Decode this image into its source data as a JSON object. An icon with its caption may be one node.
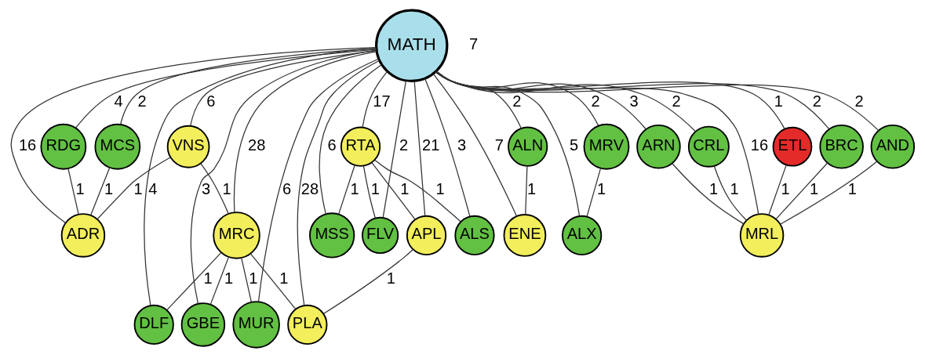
{
  "diagram": {
    "nodes": [
      {
        "text": [
          "MATH"
        ]
      },
      {
        "text": [
          "VNS"
        ]
      },
      {
        "text": [
          "ENE"
        ]
      },
      {
        "text": [
          "ALN"
        ]
      },
      {
        "text": [
          "RDG"
        ]
      },
      {
        "text": [
          "MCS"
        ]
      },
      {
        "text": [
          "ADR"
        ]
      },
      {
        "text": [
          "DLF"
        ]
      },
      {
        "text": [
          "GBE"
        ]
      },
      {
        "text": [
          "MRC"
        ]
      },
      {
        "text": [
          "MSS"
        ]
      },
      {
        "text": [
          "ALS"
        ]
      },
      {
        "text": [
          "FLV"
        ]
      },
      {
        "text": [
          "RTA"
        ]
      },
      {
        "text": [
          "APL"
        ]
      },
      {
        "text": [
          "PLA"
        ]
      },
      {
        "text": [
          "MUR"
        ]
      },
      {
        "text": [
          "MRV"
        ]
      },
      {
        "text": [
          "ALX"
        ]
      },
      {
        "text": [
          "ETL"
        ]
      },
      {
        "text": [
          "BRC"
        ]
      },
      {
        "text": [
          "AND"
        ]
      },
      {
        "text": [
          "ARN"
        ]
      },
      {
        "text": [
          "CRL"
        ]
      },
      {
        "text": [
          "MRL"
        ]
      }
    ],
    "edges": [
      {
        "from": 0,
        "to": 1,
        "arrow": "none",
        "label": "6"
      },
      {
        "from": 0,
        "to": 2,
        "arrow": "none",
        "label": "7"
      },
      {
        "from": 0,
        "to": 3,
        "arrow": "none",
        "label": "2"
      },
      {
        "from": 0,
        "to": 4,
        "arrow": "none",
        "label": "4"
      },
      {
        "from": 0,
        "to": 5,
        "arrow": "none",
        "label": "2"
      },
      {
        "from": 0,
        "to": 6,
        "arrow": "none",
        "label": "16"
      },
      {
        "from": 0,
        "to": 7,
        "arrow": "none",
        "label": "4"
      },
      {
        "from": 0,
        "to": 9,
        "arrow": "none",
        "label": "28"
      },
      {
        "from": 0,
        "to": 8,
        "arrow": "none",
        "label": "3"
      },
      {
        "from": 0,
        "to": 13,
        "arrow": "none",
        "label": "17"
      },
      {
        "from": 0,
        "to": 10,
        "arrow": "none",
        "label": "6"
      },
      {
        "from": 0,
        "to": 11,
        "arrow": "none",
        "label": "3"
      },
      {
        "from": 0,
        "to": 12,
        "arrow": "none",
        "label": "2"
      },
      {
        "from": 0,
        "to": 14,
        "arrow": "none",
        "label": "21"
      },
      {
        "from": 0,
        "to": 15,
        "arrow": "none",
        "label": "28"
      },
      {
        "from": 0,
        "to": 16,
        "arrow": "none",
        "label": "6"
      },
      {
        "from": 0,
        "to": 17,
        "arrow": "none",
        "label": "2"
      },
      {
        "from": 0,
        "to": 18,
        "arrow": "none",
        "label": "5"
      },
      {
        "from": 0,
        "to": 23,
        "arrow": "none",
        "label": "2"
      },
      {
        "from": 0,
        "to": 22,
        "arrow": "none",
        "label": "3"
      },
      {
        "from": 0,
        "to": 24,
        "arrow": "none",
        "label": "16"
      },
      {
        "from": 0,
        "to": 21,
        "arrow": "none",
        "label": "2"
      },
      {
        "from": 0,
        "to": 20,
        "arrow": "none",
        "label": "2"
      },
      {
        "from": 0,
        "to": 19,
        "arrow": "none",
        "label": "1"
      },
      {
        "from": 1,
        "to": 6,
        "arrow": "none",
        "label": "1"
      },
      {
        "from": 1,
        "to": 9,
        "arrow": "none",
        "label": "1"
      },
      {
        "from": 3,
        "to": 2,
        "arrow": "none",
        "label": "1"
      },
      {
        "from": 4,
        "to": 6,
        "arrow": "none",
        "label": "1"
      },
      {
        "from": 5,
        "to": 6,
        "arrow": "none",
        "label": "1"
      },
      {
        "from": 9,
        "to": 7,
        "arrow": "none",
        "label": "1"
      },
      {
        "from": 9,
        "to": 8,
        "arrow": "none",
        "label": "1"
      },
      {
        "from": 13,
        "to": 10,
        "arrow": "none",
        "label": "1"
      },
      {
        "from": 13,
        "to": 11,
        "arrow": "none",
        "label": "1"
      },
      {
        "from": 13,
        "to": 12,
        "arrow": "none",
        "label": "1"
      },
      {
        "from": 13,
        "to": 14,
        "arrow": "none",
        "label": "1"
      },
      {
        "from": 14,
        "to": 15,
        "arrow": "none",
        "label": "1"
      },
      {
        "from": 9,
        "to": 15,
        "arrow": "none",
        "label": "1"
      },
      {
        "from": 9,
        "to": 16,
        "arrow": "none",
        "label": "1"
      },
      {
        "from": 17,
        "to": 18,
        "arrow": "none",
        "label": "1"
      },
      {
        "from": 19,
        "to": 24,
        "arrow": "none",
        "label": "1"
      },
      {
        "from": 20,
        "to": 24,
        "arrow": "none",
        "label": "1"
      },
      {
        "from": 21,
        "to": 24,
        "arrow": "none",
        "label": "1"
      },
      {
        "from": 22,
        "to": 24,
        "arrow": "none",
        "label": "1"
      },
      {
        "from": 23,
        "to": 24,
        "arrow": "none",
        "label": "1"
      }
    ],
    "labels": [
      "7"
    ]
  }
}
